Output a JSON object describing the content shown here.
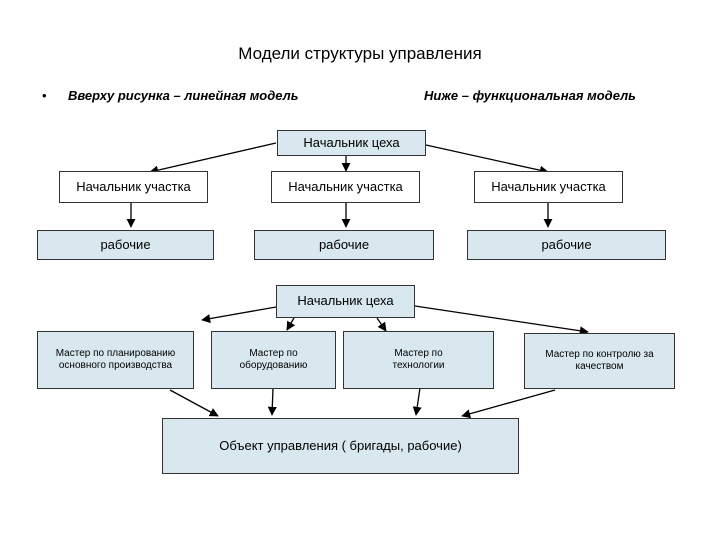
{
  "title": "Модели структуры управления",
  "bullet": "•",
  "subtitle_left": "Вверху рисунка – линейная модель",
  "subtitle_right": "Ниже – функциональная модель",
  "linear": {
    "head": "Начальник цеха",
    "managers": [
      "Начальник участка",
      "Начальник участка",
      "Начальник участка"
    ],
    "workers": [
      "рабочие",
      "рабочие",
      "рабочие"
    ]
  },
  "functional": {
    "head": "Начальник цеха",
    "masters": [
      "Мастер по планированию основного производства",
      "Мастер по оборудованию",
      "Мастер по технологии",
      "Мастер по контролю за качеством"
    ],
    "object": "Объект управления ( бригады, рабочие)"
  },
  "colors": {
    "box_fill": "#d8e8ee",
    "box_border": "#333333",
    "arrow": "#000000"
  }
}
